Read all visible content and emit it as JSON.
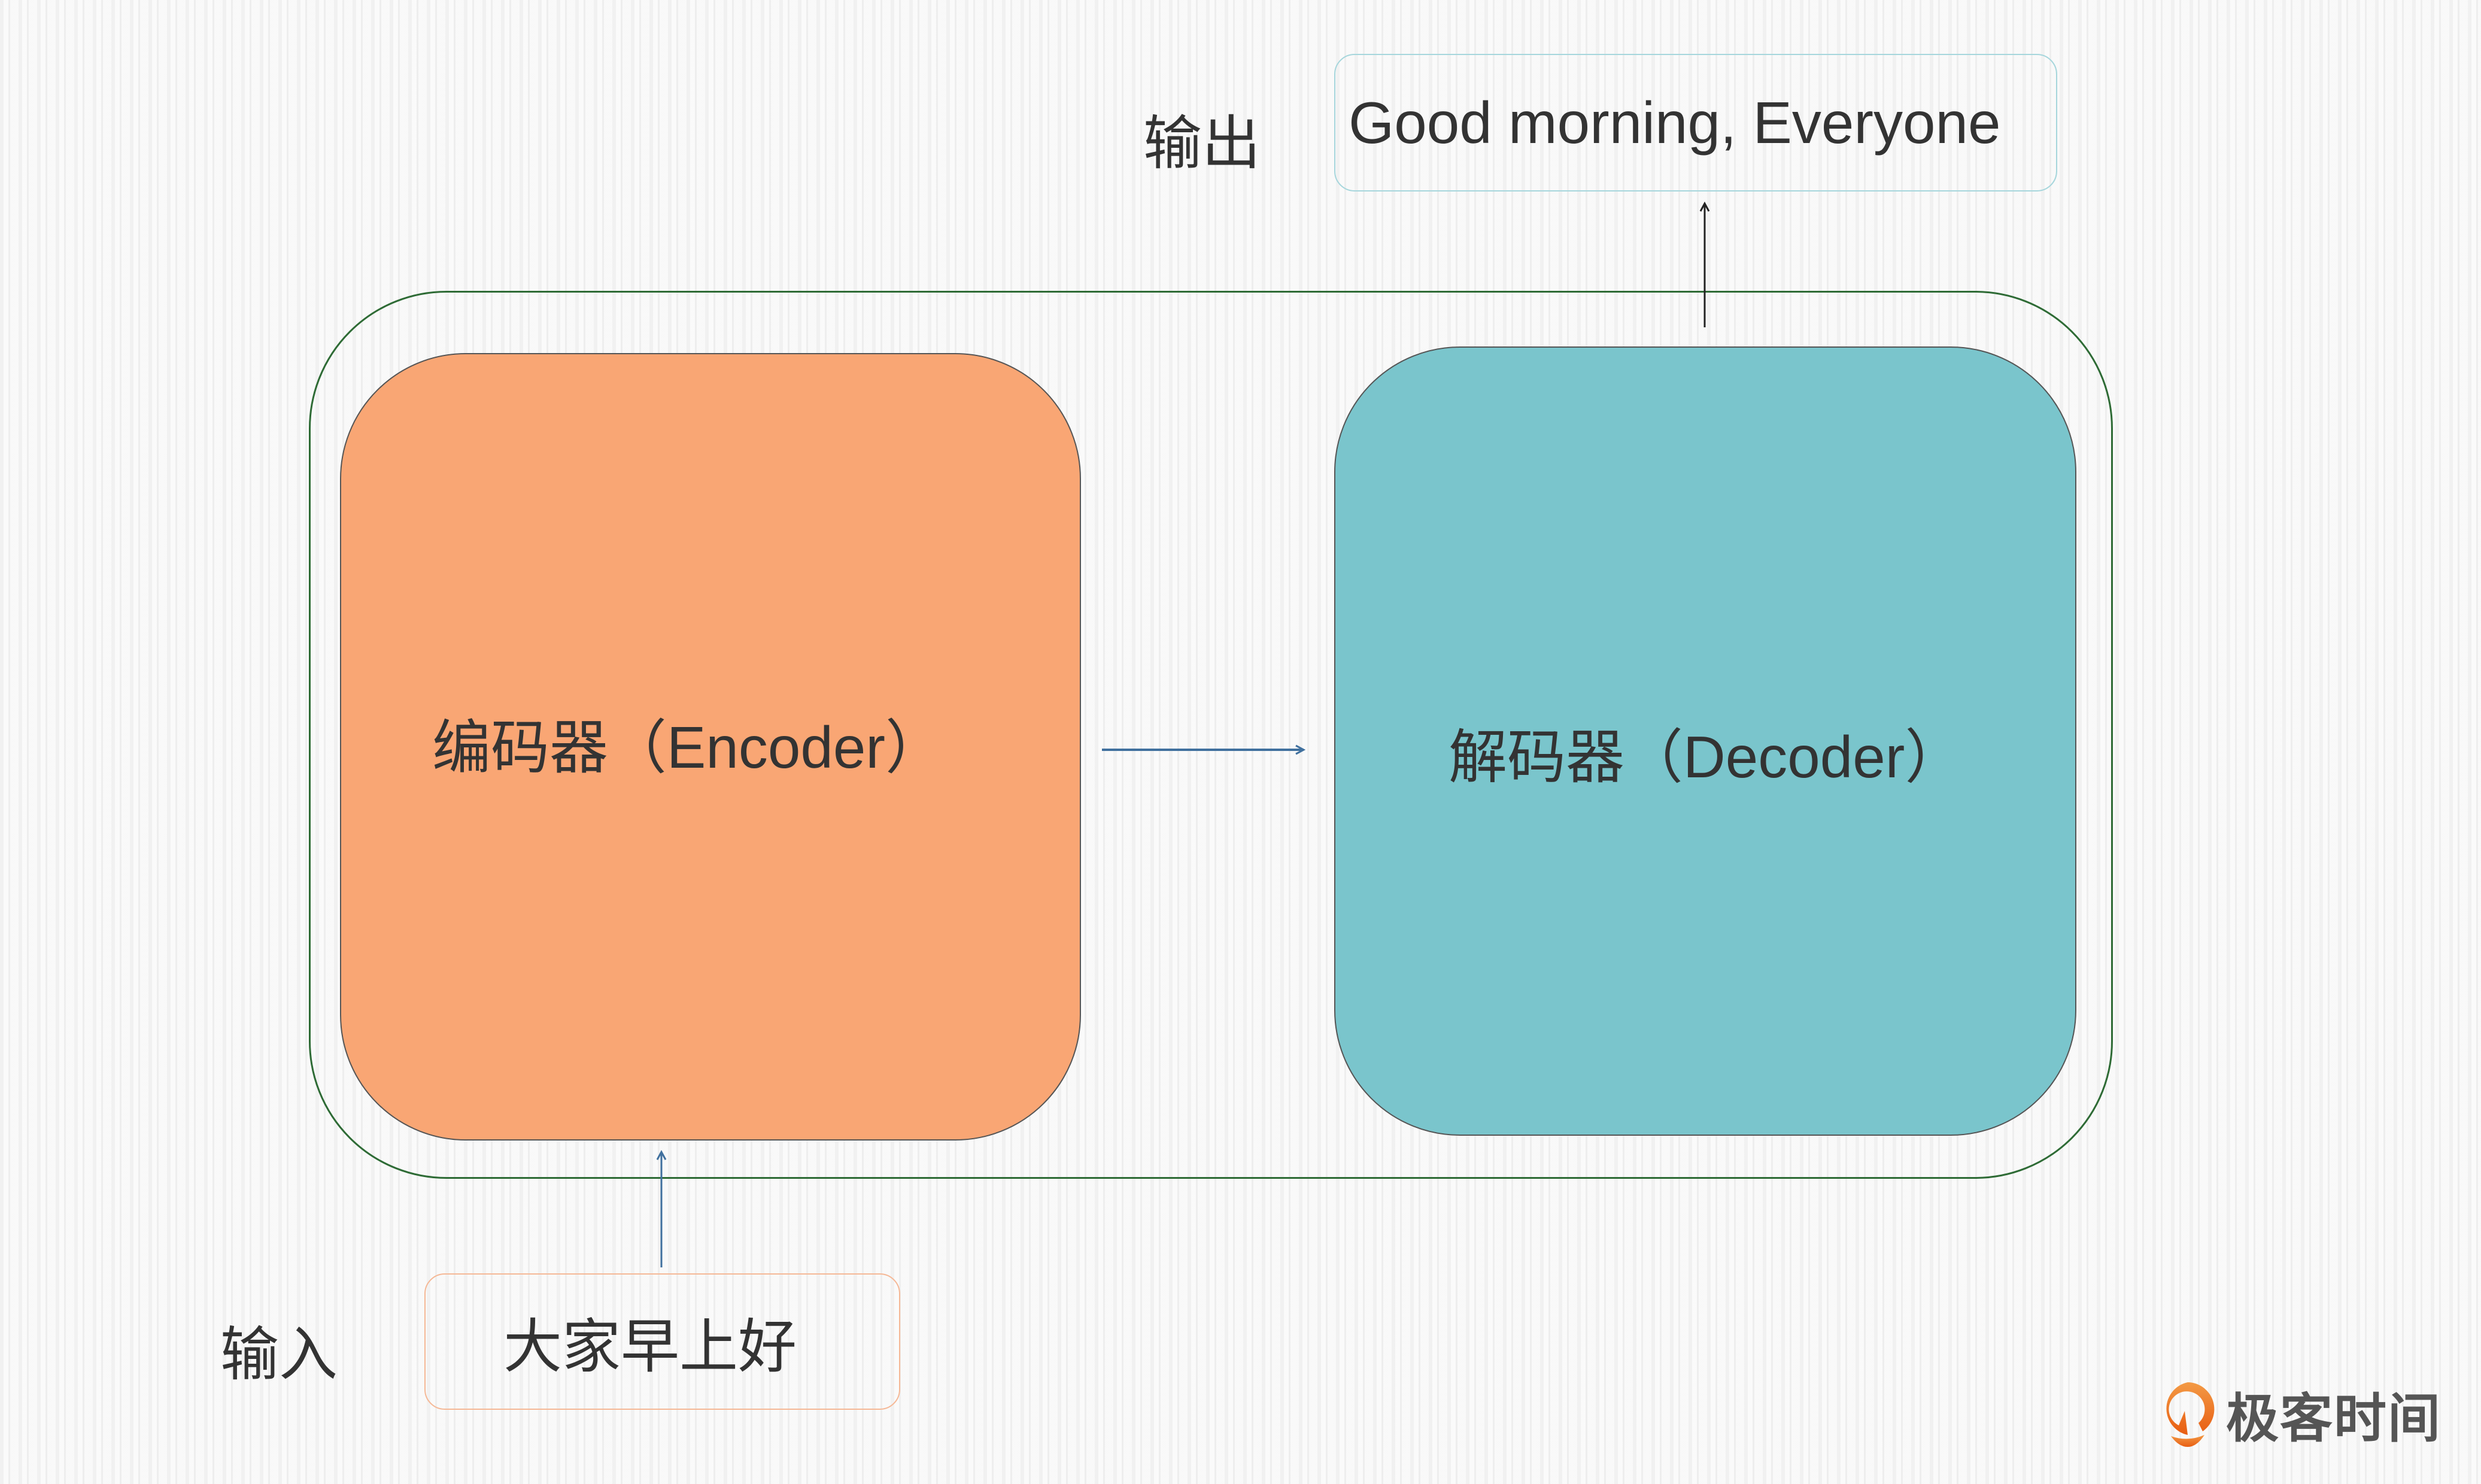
{
  "output": {
    "label": "输出",
    "text": "Good morning, Everyone"
  },
  "input": {
    "label": "输入",
    "text": "大家早上好"
  },
  "encoder": {
    "label": "编码器（Encoder）",
    "color": "#f9a674"
  },
  "decoder": {
    "label": "解码器（Decoder）",
    "color": "#7ac5cc"
  },
  "logo": {
    "text": "极客时间",
    "icon": "geektime-logo-icon",
    "color": "#ee6d1c"
  }
}
